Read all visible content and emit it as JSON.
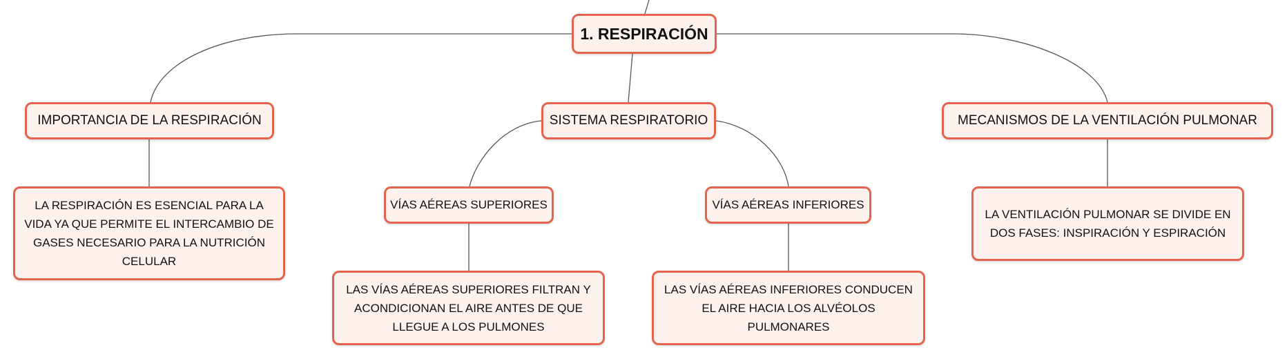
{
  "root": {
    "label": "1. RESPIRACIÓN"
  },
  "branches": {
    "importancia": {
      "label": "IMPORTANCIA DE LA RESPIRACIÓN",
      "description": "LA RESPIRACIÓN ES ESENCIAL PARA LA VIDA YA QUE PERMITE EL INTERCAMBIO DE GASES NECESARIO PARA LA NUTRICIÓN CELULAR"
    },
    "sistema": {
      "label": "SISTEMA RESPIRATORIO",
      "superiores": {
        "label": "VÍAS AÉREAS SUPERIORES",
        "description": "LAS VÍAS AÉREAS SUPERIORES FILTRAN Y ACONDICIONAN EL AIRE ANTES DE QUE LLEGUE A LOS PULMONES"
      },
      "inferiores": {
        "label": "VÍAS AÉREAS INFERIORES",
        "description": "LAS VÍAS AÉREAS INFERIORES CONDUCEN EL AIRE HACIA LOS ALVÉOLOS PULMONARES"
      }
    },
    "mecanismos": {
      "label": "MECANISMOS DE LA VENTILACIÓN PULMONAR",
      "description": "LA VENTILACIÓN PULMONAR SE DIVIDE EN DOS FASES: INSPIRACIÓN Y ESPIRACIÓN"
    }
  },
  "colors": {
    "node_border": "#e4634c",
    "node_fill": "#fdf1ee",
    "connector": "#555555"
  }
}
